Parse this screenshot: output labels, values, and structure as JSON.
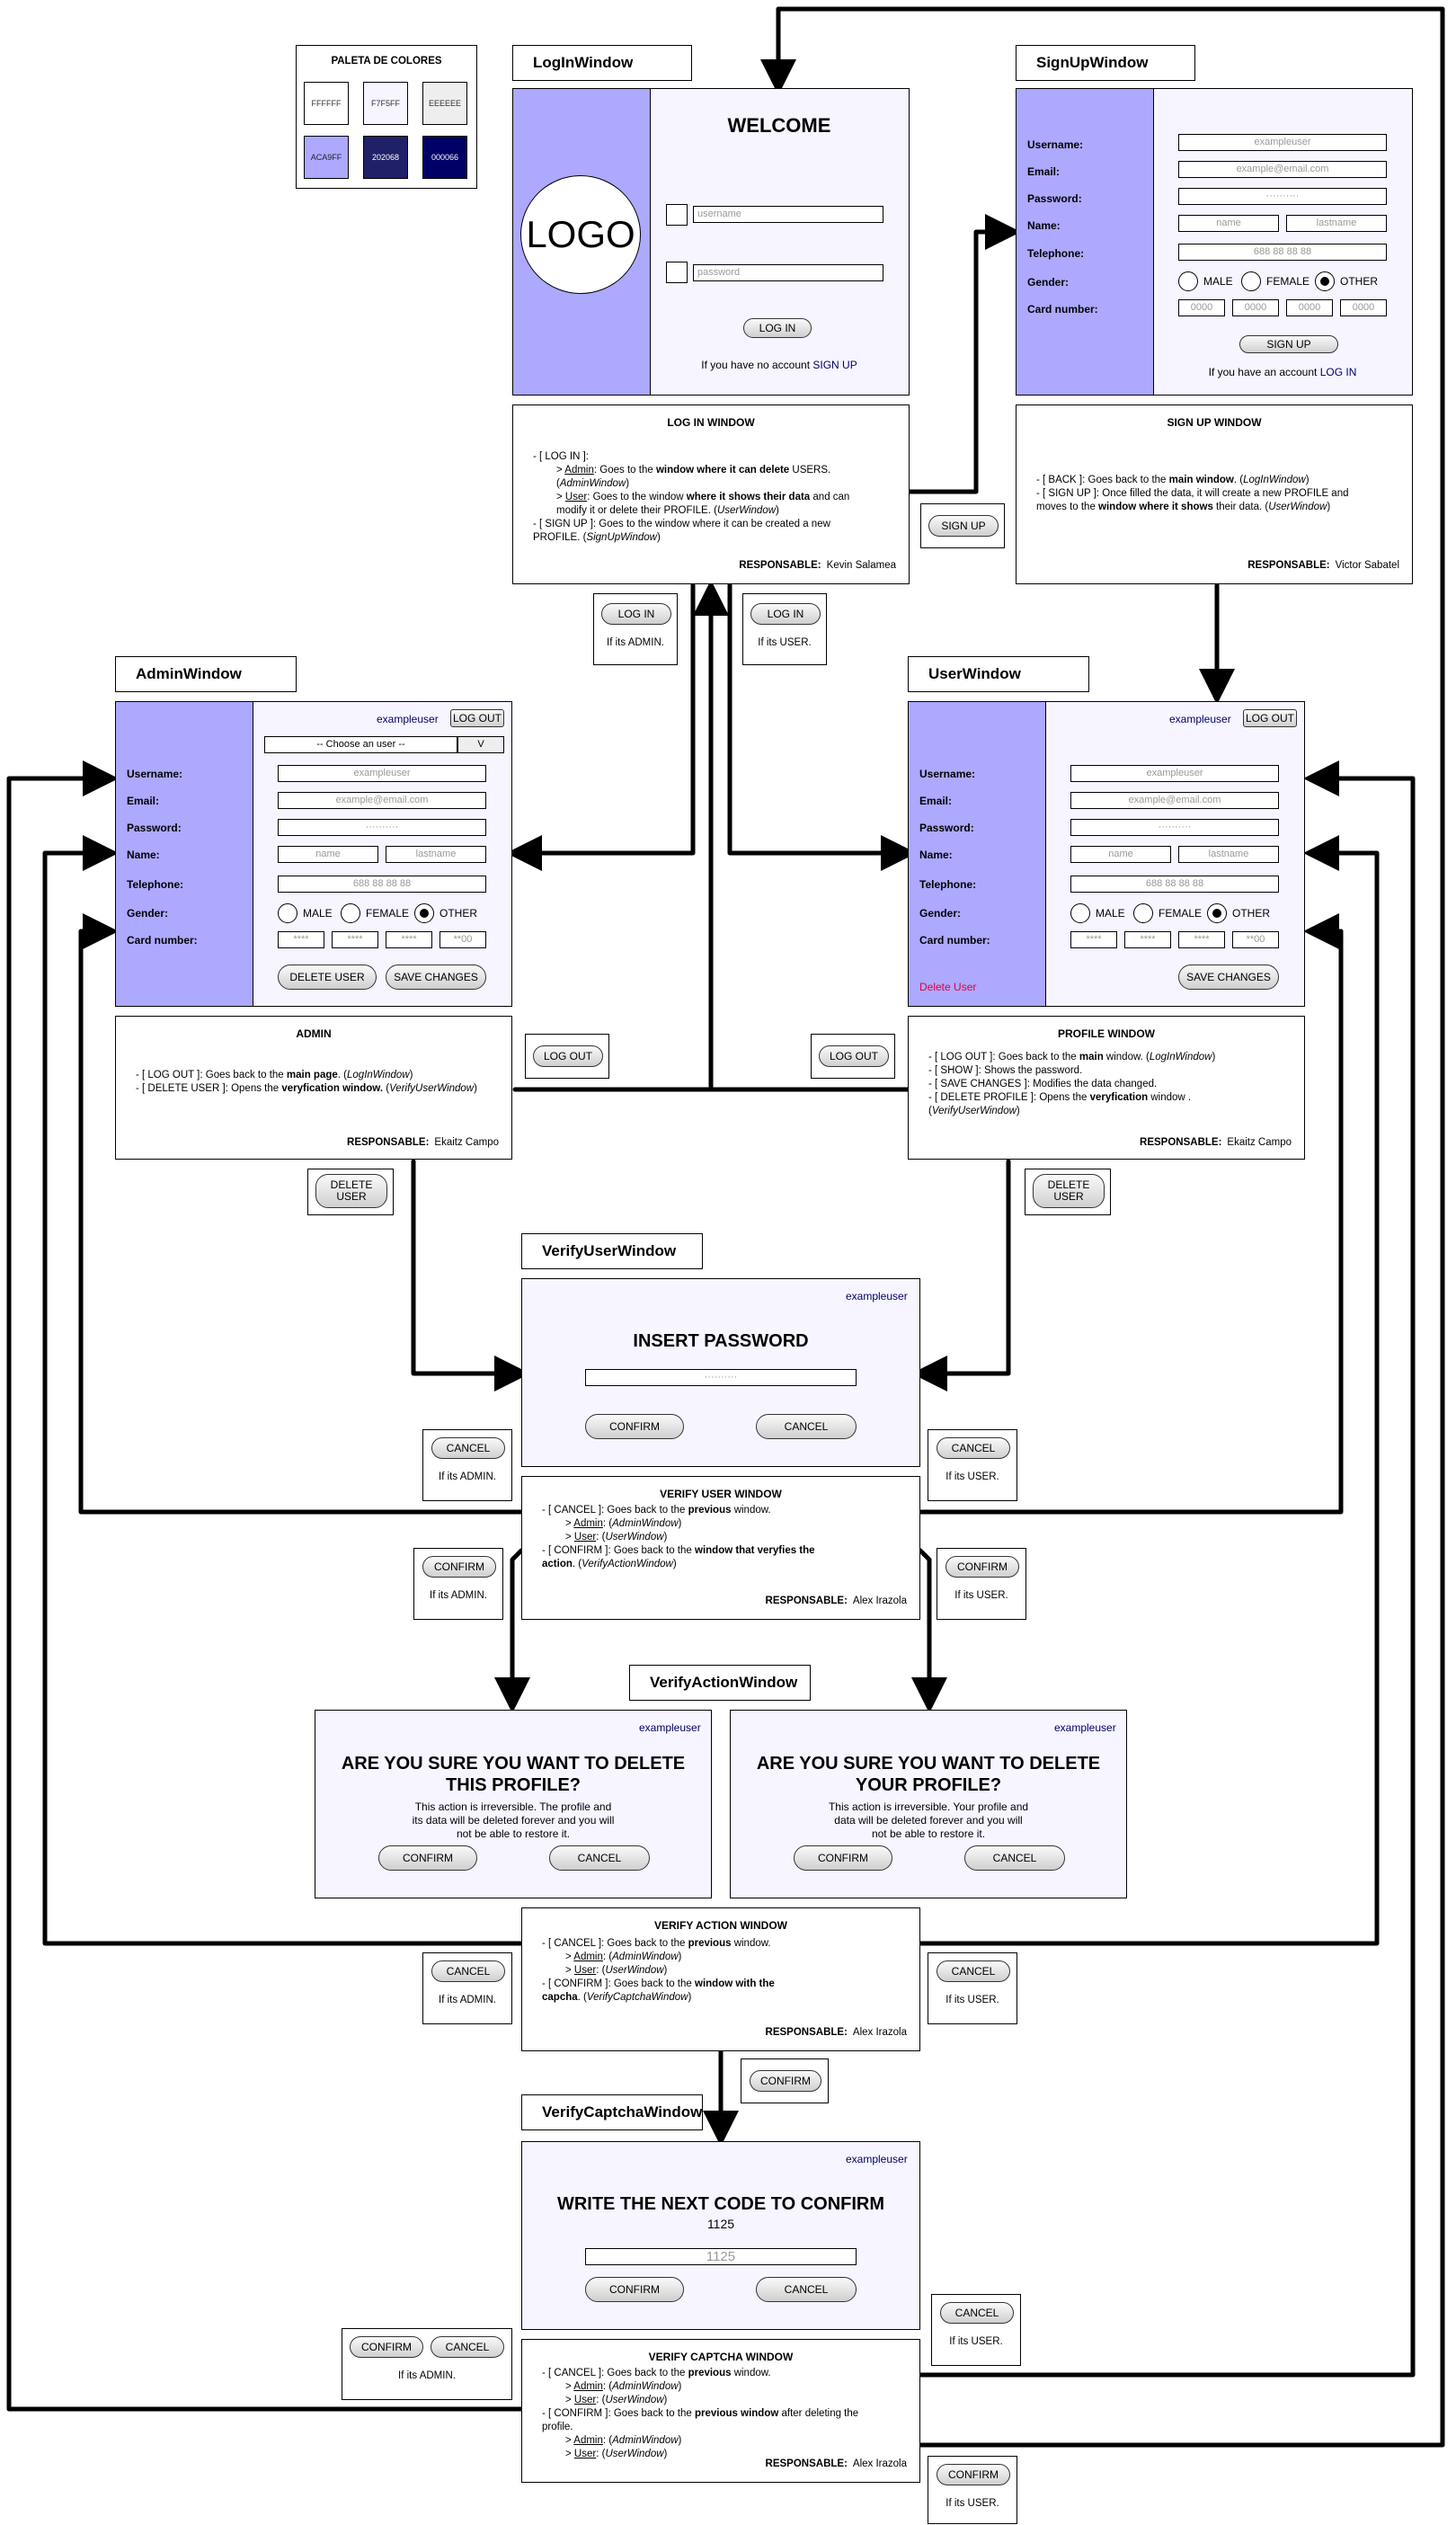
{
  "palette": {
    "title": "PALETA DE COLORES",
    "swatches": [
      {
        "hex": "FFFFFF",
        "bg": "#FFFFFF",
        "fg": "#333333"
      },
      {
        "hex": "F7F5FF",
        "bg": "#F7F5FF",
        "fg": "#333333"
      },
      {
        "hex": "EEEEEE",
        "bg": "#EEEEEE",
        "fg": "#333333"
      },
      {
        "hex": "ACA9FF",
        "bg": "#ACA9FF",
        "fg": "#222222"
      },
      {
        "hex": "202068",
        "bg": "#202068",
        "fg": "#FFFFFF"
      },
      {
        "hex": "000066",
        "bg": "#000066",
        "fg": "#FFFFFF"
      }
    ]
  },
  "login": {
    "label": "LogInWindow",
    "welcome": "WELCOME",
    "logo": "LOGO",
    "username_ph": "username",
    "password_ph": "password",
    "button": "LOG IN",
    "no_account": "If you have no account",
    "signup_link": "SIGN UP",
    "desc_title": "LOG IN WINDOW",
    "responsable": "Kevin Salamea"
  },
  "signup": {
    "label": "SignUpWindow",
    "desc_title": "SIGN UP WINDOW",
    "responsable": "Victor Sabatel",
    "button": "SIGN UP",
    "have_account": "If you have an account",
    "login_link": "LOG IN"
  },
  "form": {
    "username": "Username:",
    "email": "Email:",
    "password": "Password:",
    "name": "Name:",
    "telephone": "Telephone:",
    "gender": "Gender:",
    "card": "Card number:",
    "username_ph": "exampleuser",
    "email_ph": "example@email.com",
    "password_ph": "··········",
    "name_ph": "name",
    "lastname_ph": "lastname",
    "phone_ph": "688 88 88 88",
    "male": "MALE",
    "female": "FEMALE",
    "other": "OTHER",
    "card_ph": "0000",
    "card_mask": "****",
    "card_last": "**00"
  },
  "admin": {
    "label": "AdminWindow",
    "user": "exampleuser",
    "logout": "LOG OUT",
    "choose": "-- Choose an user --",
    "dropdown": "V",
    "delete": "DELETE USER",
    "save": "SAVE CHANGES",
    "desc_title": "ADMIN",
    "responsable": "Ekaitz Campo"
  },
  "userwin": {
    "label": "UserWindow",
    "user": "exampleuser",
    "logout": "LOG OUT",
    "delete": "Delete User",
    "save": "SAVE CHANGES",
    "desc_title": "PROFILE WINDOW",
    "responsable": "Ekaitz Campo"
  },
  "verifyuser": {
    "label": "VerifyUserWindow",
    "user": "exampleuser",
    "title": "INSERT PASSWORD",
    "password_ph": "··········",
    "confirm": "CONFIRM",
    "cancel": "CANCEL",
    "desc_title": "VERIFY USER WINDOW",
    "responsable": "Alex Irazola"
  },
  "verifyaction": {
    "label": "VerifyActionWindow",
    "user": "exampleuser",
    "admin_title_1": "ARE YOU SURE YOU WANT TO DELETE",
    "admin_title_2": "THIS PROFILE?",
    "admin_text_1": "This action is irreversible. The profile and",
    "admin_text_2": "its data will be deleted forever and you will",
    "admin_text_3": "not be able to restore it.",
    "user_title_1": "ARE YOU SURE YOU WANT TO DELETE",
    "user_title_2": "YOUR PROFILE?",
    "user_text_1": "This action is irreversible. Your profile and",
    "user_text_2": "data will be deleted forever and you will",
    "user_text_3": "not be able to restore it.",
    "confirm": "CONFIRM",
    "cancel": "CANCEL",
    "desc_title": "VERIFY ACTION WINDOW",
    "responsable": "Alex Irazola"
  },
  "verifycaptcha": {
    "label": "VerifyCaptchaWindow",
    "user": "exampleuser",
    "title": "WRITE THE NEXT CODE TO CONFIRM",
    "code": "1125",
    "input_ph": "1125",
    "confirm": "CONFIRM",
    "cancel": "CANCEL",
    "desc_title": "VERIFY CAPTCHA WINDOW",
    "responsable": "Alex Irazola"
  },
  "common": {
    "responsable_label": "RESPONSABLE:",
    "if_admin": "If its ADMIN.",
    "if_user": "If its USER.",
    "login": "LOG IN",
    "signup": "SIGN UP",
    "logout": "LOG OUT",
    "delete_user_1": "DELETE",
    "delete_user_2": "USER",
    "cancel": "CANCEL",
    "confirm": "CONFIRM"
  }
}
